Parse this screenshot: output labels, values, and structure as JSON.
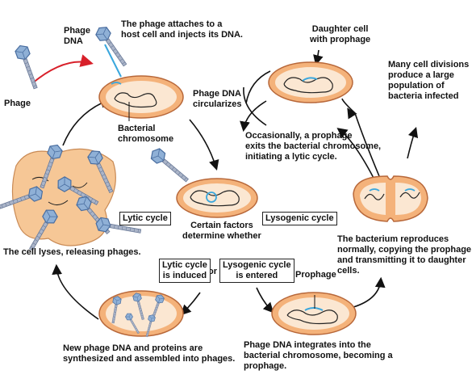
{
  "labels": {
    "phage": "Phage",
    "phage_dna": "Phage\nDNA",
    "attach": "The phage attaches to a\nhost cell and injects its DNA.",
    "circularizes": "Phage DNA\ncircularizes",
    "bacterial_chromosome": "Bacterial\nchromosome",
    "daughter_cell": "Daughter cell\nwith prophage",
    "many_divisions": "Many cell divisions\nproduce a large\npopulation of\nbacteria infected",
    "occasionally": "Occasionally, a prophage\nexits the bacterial chromosome,\ninitiating a lytic cycle.",
    "cell_lyses": "The cell lyses, releasing phages.",
    "certain_factors": "Certain factors\ndetermine whether",
    "or": "or",
    "reproduces": "The bacterium reproduces\nnormally, copying the prophage\nand transmitting it to daughter cells.",
    "prophage": "Prophage",
    "new_dna": "New phage DNA and proteins are\nsynthesized and assembled into phages.",
    "integrates": "Phage DNA integrates into the\nbacterial chromosome, becoming a\nprophage."
  },
  "boxes": {
    "lytic_cycle": "Lytic cycle",
    "lysogenic_cycle": "Lysogenic cycle",
    "lytic_induced": "Lytic cycle\nis induced",
    "lysogenic_entered": "Lysogenic cycle\nis entered"
  },
  "colors": {
    "cell_fill": "#f4b27a",
    "cell_stroke": "#b8683a",
    "cell_inner": "#fbe7d2",
    "phage_dna": "#3aa7dd",
    "arrow": "#111111",
    "inject_arrow": "#d8202a"
  }
}
